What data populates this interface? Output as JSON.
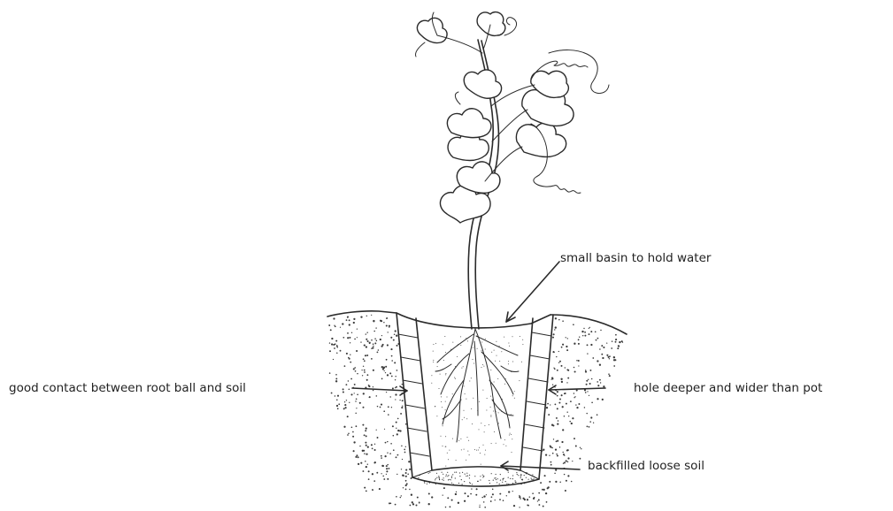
{
  "labels": {
    "basin": "small basin to hold water",
    "contact": "good contact between root ball and soil",
    "hole": "hole deeper and wider than pot",
    "backfill": "backfilled loose soil"
  }
}
